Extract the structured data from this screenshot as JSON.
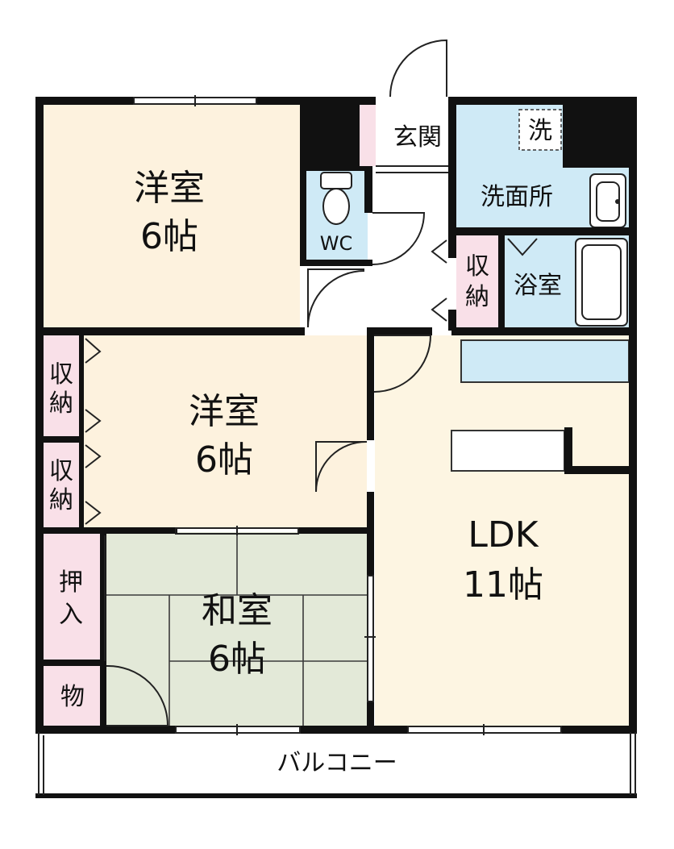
{
  "rooms": {
    "western_room_1": {
      "name": "洋室",
      "size": "6帖"
    },
    "western_room_2": {
      "name": "洋室",
      "size": "6帖"
    },
    "japanese_room": {
      "name": "和室",
      "size": "6帖"
    },
    "ldk": {
      "name": "LDK",
      "size": "11帖"
    },
    "entrance": {
      "name": "玄関"
    },
    "washroom": {
      "name": "洗面所"
    },
    "washer_mark": {
      "name": "洗"
    },
    "bathroom": {
      "name": "浴室"
    },
    "toilet": {
      "name": "WC"
    },
    "storage_hall": {
      "line1": "収",
      "line2": "納"
    },
    "storage_west_top": {
      "line1": "収",
      "line2": "納"
    },
    "storage_west_bottom": {
      "line1": "収",
      "line2": "納"
    },
    "oshiire": {
      "line1": "押",
      "line2": "入"
    },
    "mono": {
      "name": "物"
    },
    "balcony": {
      "name": "バルコニー"
    }
  },
  "colors": {
    "western_room": "#fdf2de",
    "ldk": "#fdf5e2",
    "japanese_room": "#e3e9d8",
    "wet_area": "#cfeaf6",
    "storage": "#f9e0e8",
    "wall": "#111111"
  }
}
